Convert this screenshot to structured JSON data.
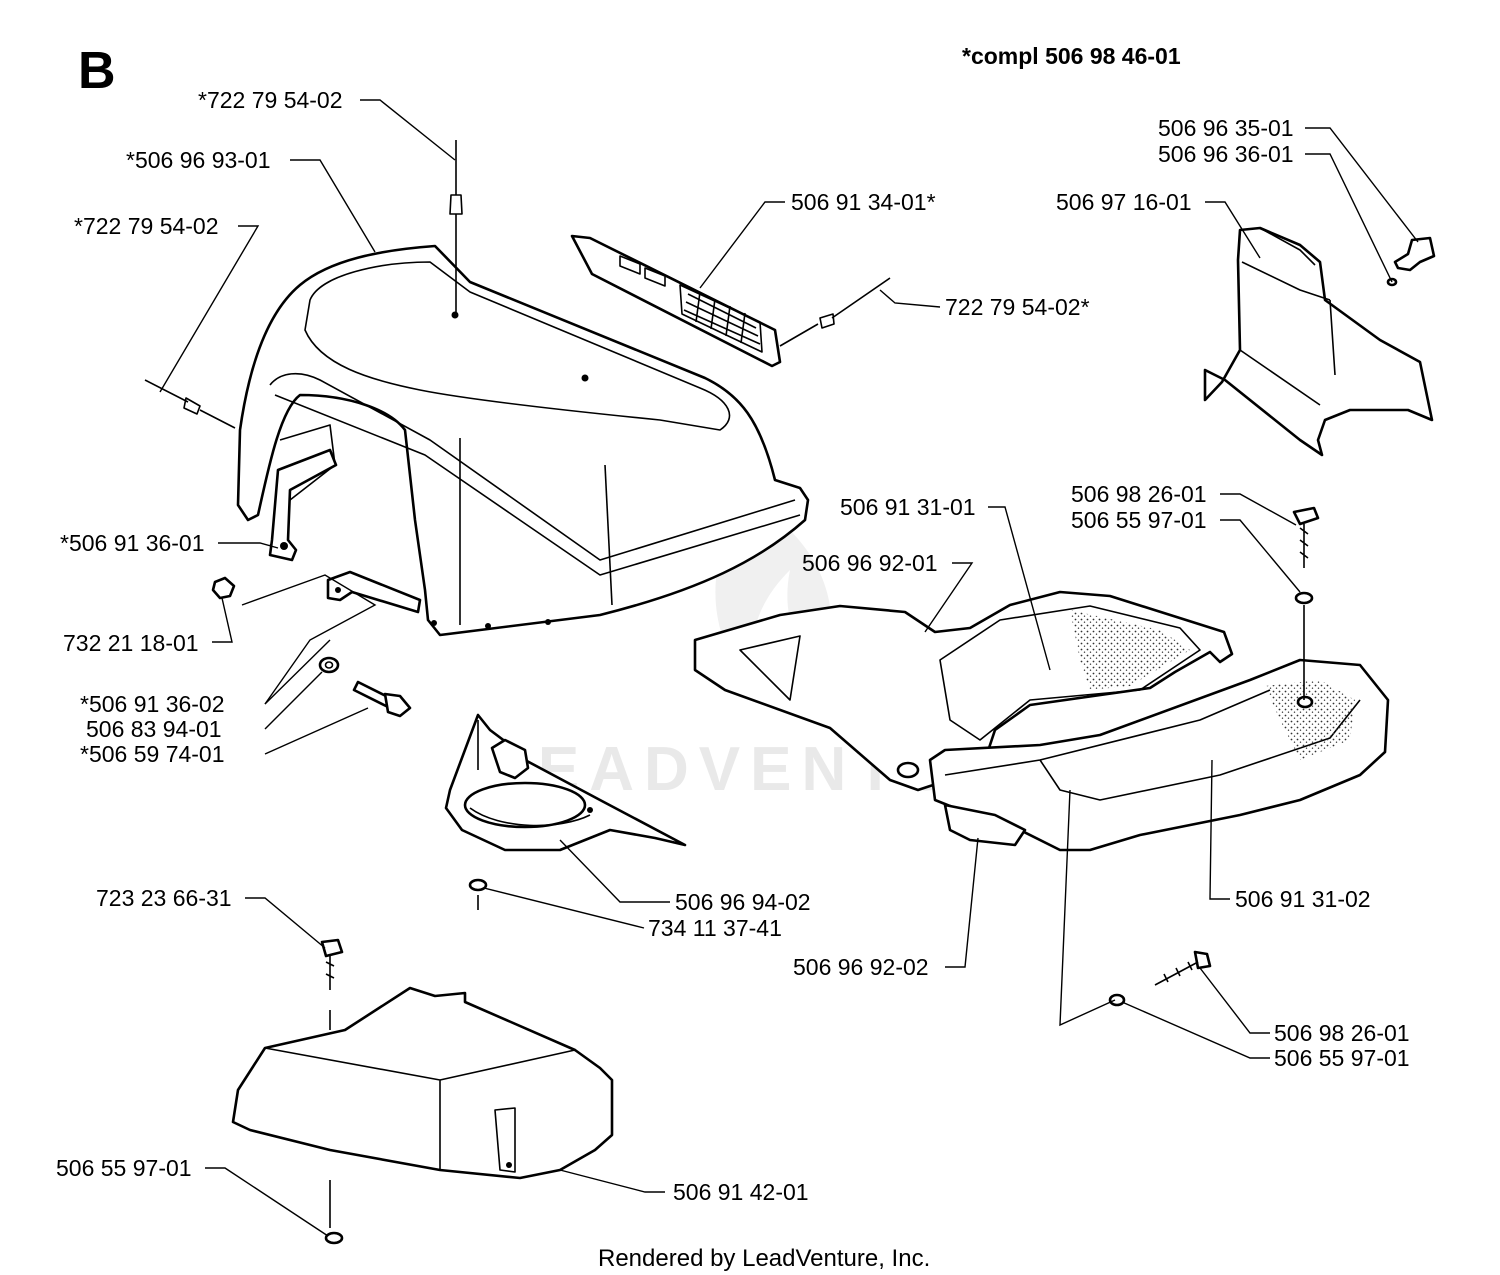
{
  "section_letter": "B",
  "kit_note": "*compl 506 98 46-01",
  "watermark": "LEADVENTURE",
  "footer": "Rendered by LeadVenture, Inc.",
  "labels": {
    "l01": "*722 79 54-02",
    "l02": "*506 96 93-01",
    "l03": "*722 79 54-02",
    "l04": "*506 91 36-01",
    "l05": "732 21 18-01",
    "l06": "*506 91 36-02",
    "l07": "506 83 94-01",
    "l08": "*506 59 74-01",
    "l09": "506 91 34-01*",
    "l10": "722 79 54-02*",
    "l11": "506 96 35-01",
    "l12": "506 96 36-01",
    "l13": "506 97 16-01",
    "l14": "506 98 26-01",
    "l15": "506 55 97-01",
    "l16": "506 91 31-01",
    "l17": "506 96 92-01",
    "l18": "506 96 94-02",
    "l19": "734 11 37-41",
    "l20": "723 23 66-31",
    "l21": "506 96 92-02",
    "l22": "506 91 31-02",
    "l23": "506 98 26-01",
    "l24": "506 55 97-01",
    "l25": "506 55 97-01",
    "l26": "506 91 42-01"
  }
}
